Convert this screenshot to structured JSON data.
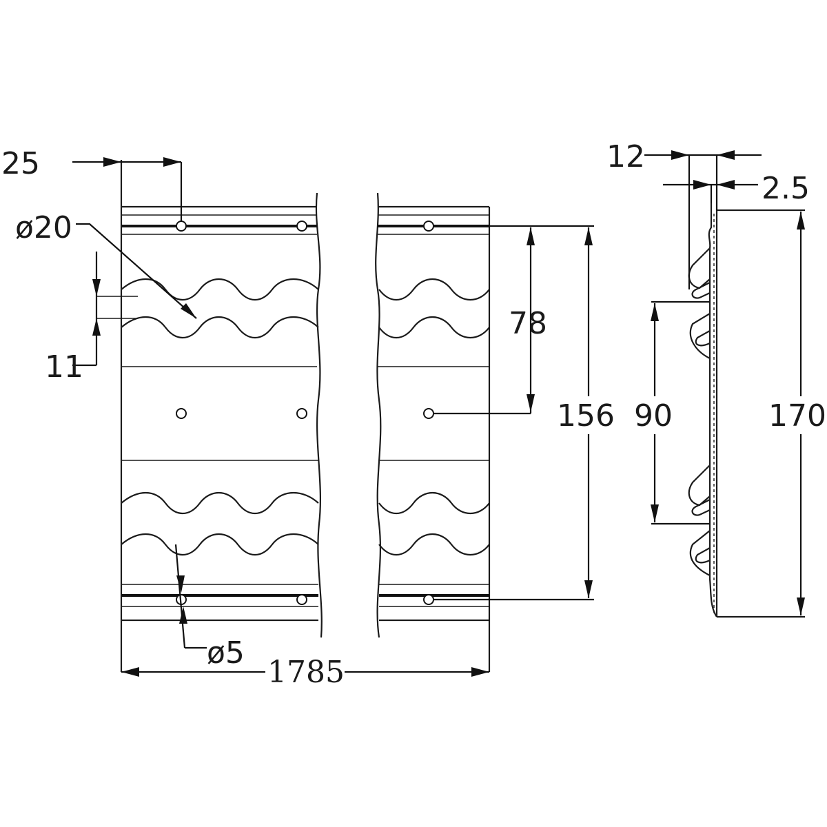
{
  "dimensions": {
    "d_25": "25",
    "d_phi20": "ø20",
    "d_11": "11",
    "d_phi5": "ø5",
    "d_1785": "1785",
    "d_78": "78",
    "d_156": "156",
    "d_90": "90",
    "d_170": "170",
    "d_12": "12",
    "d_2_5": "2.5"
  }
}
